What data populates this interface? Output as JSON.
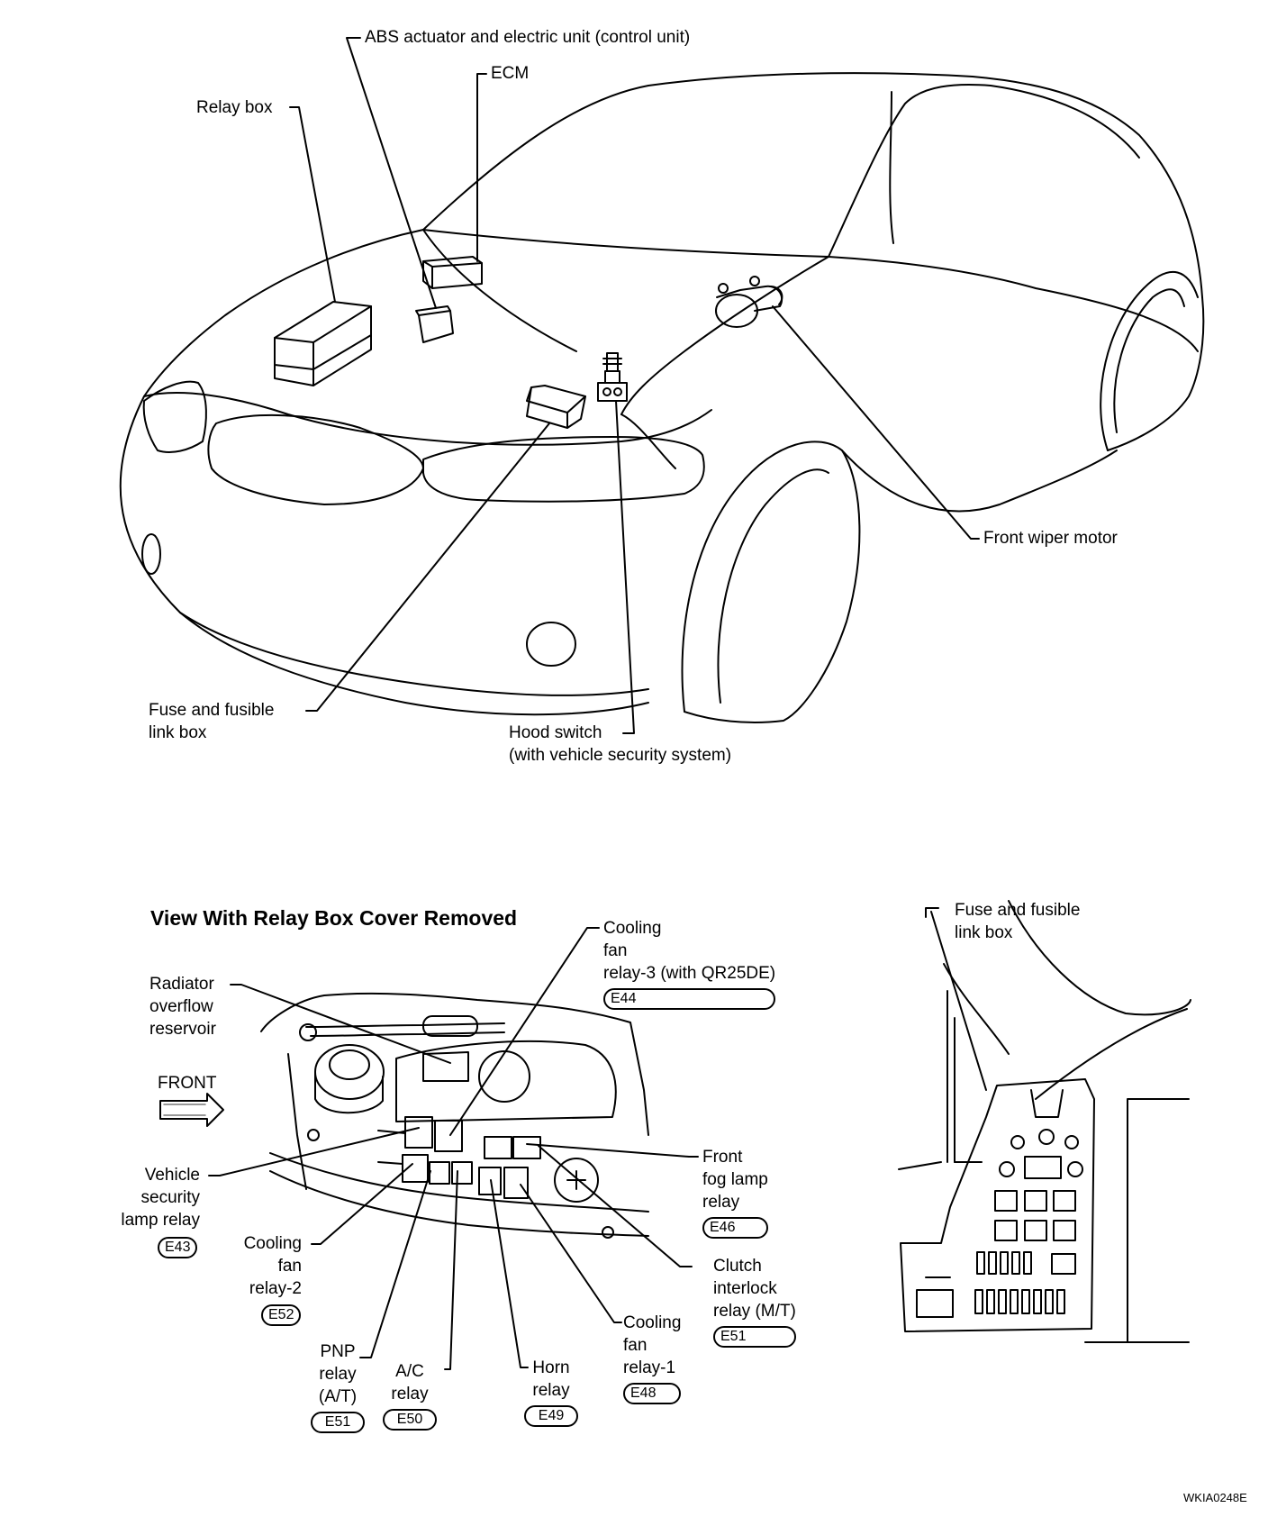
{
  "overview": {
    "labels": {
      "abs": "ABS actuator and electric unit (control unit)",
      "ecm": "ECM",
      "relay_box": "Relay box",
      "front_wiper_motor": "Front wiper motor",
      "fuse_box_l1": "Fuse and fusible",
      "fuse_box_l2": "link box",
      "hood_switch_l1": "Hood switch",
      "hood_switch_l2": "(with vehicle security system)"
    }
  },
  "relay_view": {
    "title": "View With Relay Box Cover Removed",
    "front": "FRONT",
    "radiator": [
      "Radiator",
      "overflow",
      "reservoir"
    ],
    "cooling_fan_3": {
      "lines": [
        "Cooling",
        "fan",
        "relay-3 (with QR25DE)"
      ],
      "connector": "E44"
    },
    "vehicle_security": {
      "lines": [
        "Vehicle",
        "security",
        "lamp relay"
      ],
      "connector": "E43"
    },
    "cooling_fan_2": {
      "lines": [
        "Cooling",
        "fan",
        "relay-2"
      ],
      "connector": "E52"
    },
    "pnp": {
      "lines": [
        "PNP",
        "relay",
        "(A/T)"
      ],
      "connector": "E51"
    },
    "ac": {
      "lines": [
        "A/C",
        "relay"
      ],
      "connector": "E50"
    },
    "horn": {
      "lines": [
        "Horn",
        "relay"
      ],
      "connector": "E49"
    },
    "cooling_fan_1": {
      "lines": [
        "Cooling",
        "fan",
        "relay-1"
      ],
      "connector": "E48"
    },
    "front_fog": {
      "lines": [
        "Front",
        "fog lamp",
        "relay"
      ],
      "connector": "E46"
    },
    "clutch": {
      "lines": [
        "Clutch",
        "interlock",
        "relay (M/T)"
      ],
      "connector": "E51"
    }
  },
  "fuse_view": {
    "lines": [
      "Fuse and fusible",
      "link box"
    ]
  },
  "figure_code": "WKIA0248E"
}
